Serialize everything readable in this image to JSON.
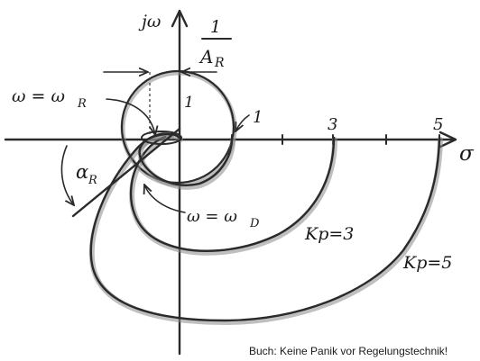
{
  "axes": {
    "imag_label": "jω",
    "real_label": "σ",
    "tick_labels": [
      "1",
      "3",
      "5"
    ],
    "circle_label": "1"
  },
  "annotations": {
    "inv_ar_num": "1",
    "inv_ar_den": "A",
    "inv_ar_sub": "R",
    "omega_r_lhs": "ω = ω",
    "omega_r_sub": "R",
    "omega_d_lhs": "ω = ω",
    "omega_d_sub": "D",
    "alpha_sym": "α",
    "alpha_sub": "R",
    "point_one_label": "1"
  },
  "curves": {
    "kp3_label": "Kp=3",
    "kp5_label": "Kp=5"
  },
  "caption": "Buch: Keine Panik vor Regelungstechnik!"
}
